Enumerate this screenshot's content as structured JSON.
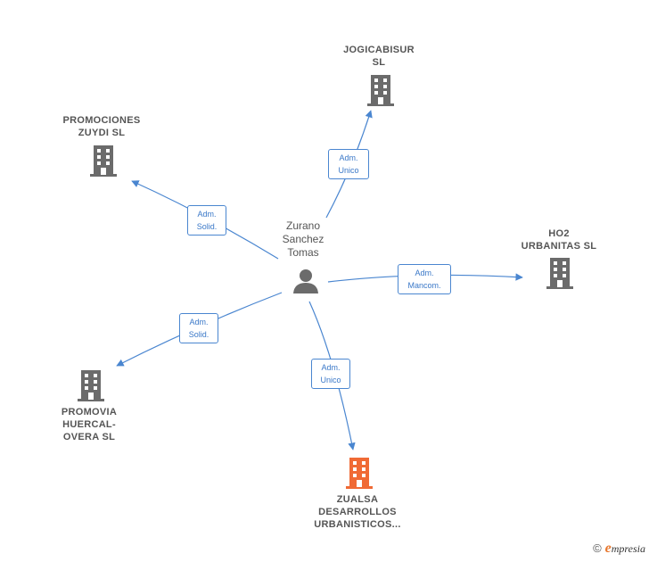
{
  "center": {
    "name_lines": [
      "Zurano",
      "Sanchez",
      "Tomas"
    ],
    "icon": "person-icon"
  },
  "companies": [
    {
      "id": "jogicabisur",
      "lines": [
        "JOGICABISUR",
        "SL"
      ],
      "color": "#6b6b6b",
      "icon": "building-icon"
    },
    {
      "id": "promociones-zuydi",
      "lines": [
        "PROMOCIONES",
        "ZUYDI SL"
      ],
      "color": "#6b6b6b",
      "icon": "building-icon"
    },
    {
      "id": "ho2-urbanitas",
      "lines": [
        "HO2",
        "URBANITAS SL"
      ],
      "color": "#6b6b6b",
      "icon": "building-icon"
    },
    {
      "id": "promovia-huercal",
      "lines": [
        "PROMOVIA",
        "HUERCAL-",
        "OVERA SL"
      ],
      "color": "#6b6b6b",
      "icon": "building-icon"
    },
    {
      "id": "zualsa",
      "lines": [
        "ZUALSA",
        "DESARROLLOS",
        "URBANISTICOS..."
      ],
      "color": "#f06a35",
      "icon": "building-icon"
    }
  ],
  "relations": [
    {
      "target": "jogicabisur",
      "lines": [
        "Adm.",
        "Unico"
      ]
    },
    {
      "target": "promociones-zuydi",
      "lines": [
        "Adm.",
        "Solid."
      ]
    },
    {
      "target": "ho2-urbanitas",
      "lines": [
        "Adm.",
        "Mancom."
      ]
    },
    {
      "target": "promovia-huercal",
      "lines": [
        "Adm.",
        "Solid."
      ]
    },
    {
      "target": "zualsa",
      "lines": [
        "Adm.",
        "Unico"
      ]
    }
  ],
  "colors": {
    "edge": "#4a86d0",
    "label_border": "#4a86d0",
    "text": "#555555"
  },
  "footer": {
    "copyright": "©",
    "brand_initial": "e",
    "brand_rest": "mpresia"
  }
}
